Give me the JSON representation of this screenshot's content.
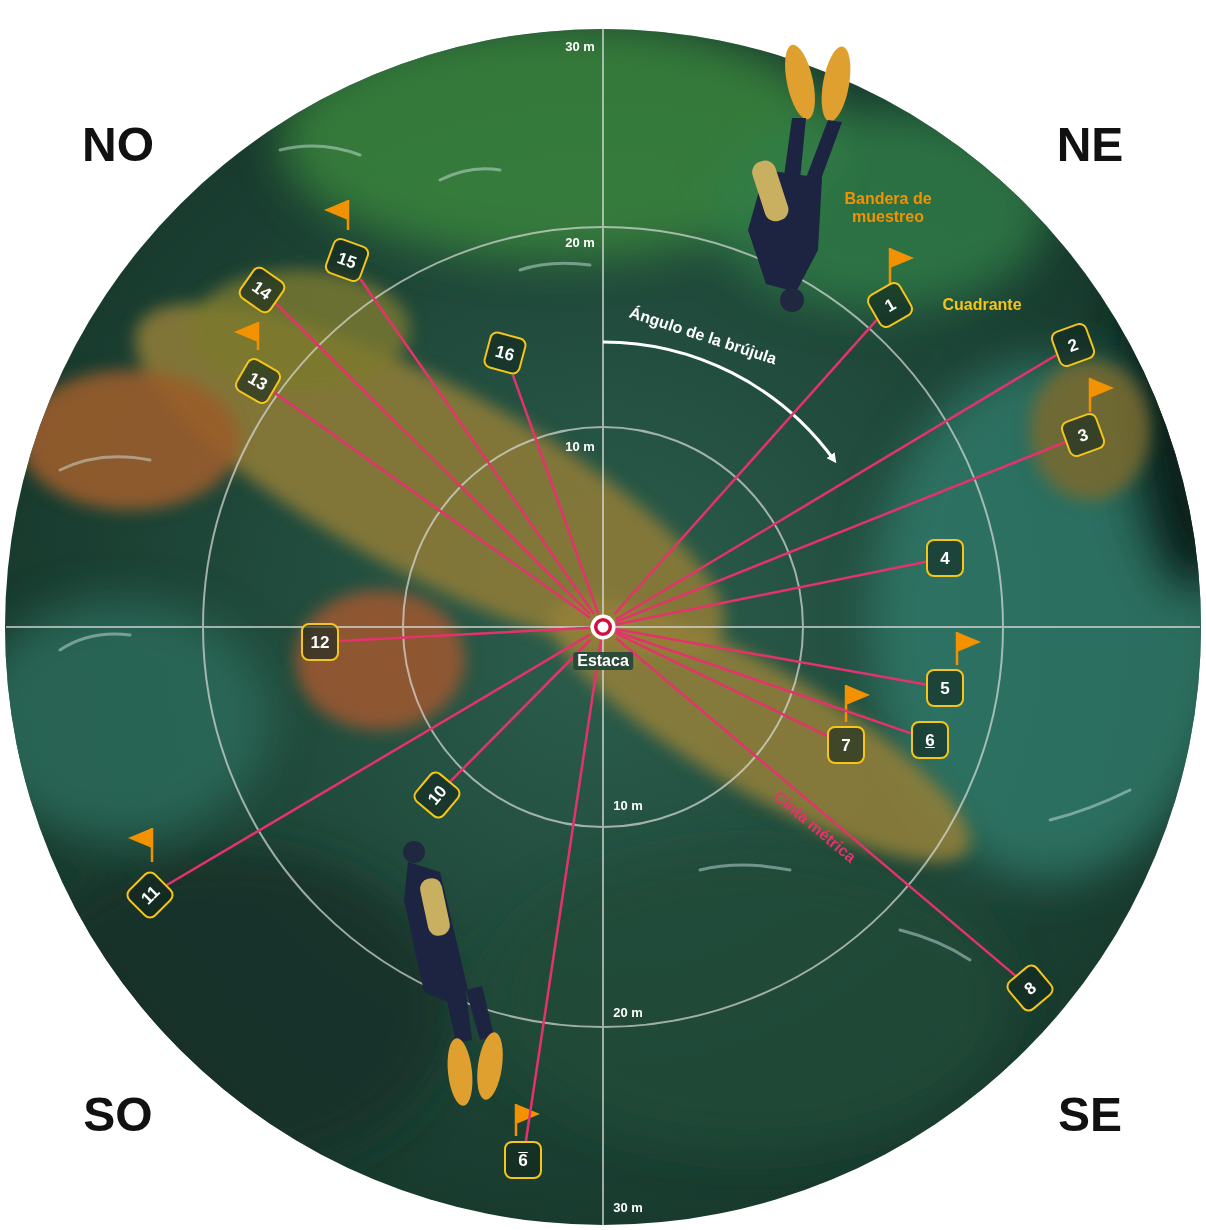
{
  "diagram": {
    "nodes": [
      {
        "text": [
          "1"
        ]
      },
      {
        "text": [
          "2"
        ]
      },
      {
        "text": [
          "3"
        ]
      },
      {
        "text": [
          "4"
        ]
      },
      {
        "text": [
          "5"
        ]
      },
      {
        "text": [
          "6"
        ]
      },
      {
        "text": [
          "7"
        ]
      },
      {
        "text": [
          "8"
        ]
      },
      {
        "text": [
          "9"
        ]
      },
      {
        "text": [
          "10"
        ]
      },
      {
        "text": [
          "11"
        ]
      },
      {
        "text": [
          "12"
        ]
      },
      {
        "text": [
          "13"
        ]
      },
      {
        "text": [
          "14"
        ]
      },
      {
        "text": [
          "15"
        ]
      },
      {
        "text": [
          "16"
        ]
      },
      {
        "text": [
          "Estaca"
        ]
      }
    ],
    "edges": [
      {
        "from": 16,
        "to": 0,
        "arrow": "none"
      },
      {
        "from": 16,
        "to": 1,
        "arrow": "none"
      },
      {
        "from": 16,
        "to": 2,
        "arrow": "none"
      },
      {
        "from": 16,
        "to": 3,
        "arrow": "none"
      },
      {
        "from": 16,
        "to": 4,
        "arrow": "none"
      },
      {
        "from": 16,
        "to": 5,
        "arrow": "none"
      },
      {
        "from": 16,
        "to": 6,
        "arrow": "none"
      },
      {
        "from": 16,
        "to": 7,
        "arrow": "none",
        "label": "Cinta métrica"
      },
      {
        "from": 16,
        "to": 8,
        "arrow": "none"
      },
      {
        "from": 16,
        "to": 9,
        "arrow": "none"
      },
      {
        "from": 16,
        "to": 10,
        "arrow": "none"
      },
      {
        "from": 16,
        "to": 11,
        "arrow": "none"
      },
      {
        "from": 16,
        "to": 12,
        "arrow": "none"
      },
      {
        "from": 16,
        "to": 13,
        "arrow": "none"
      },
      {
        "from": 16,
        "to": 14,
        "arrow": "none"
      },
      {
        "from": 16,
        "to": 15,
        "arrow": "none"
      }
    ],
    "labels": [
      "NO",
      "NE",
      "SO",
      "SE",
      "30 m",
      "20 m",
      "10 m",
      "10 m",
      "20 m",
      "30 m",
      "Bandera de muestreo",
      "Cuadrante",
      "Ángulo de la brújula"
    ]
  }
}
